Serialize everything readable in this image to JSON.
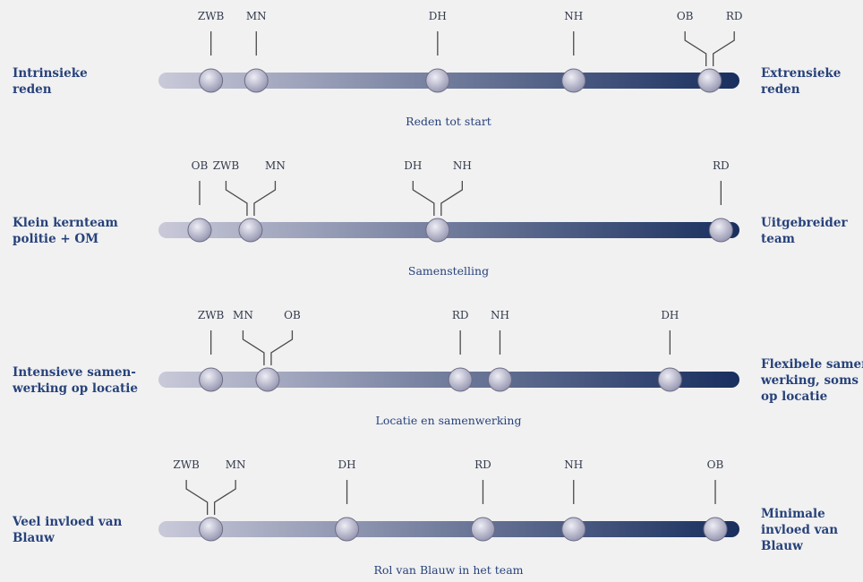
{
  "colors": {
    "label": "#27427a",
    "bar_start": "#c9c9d9",
    "bar_end": "#182e5e",
    "knob_light": "#eeeef6",
    "knob_dark": "#8a8aa8"
  },
  "scales": [
    {
      "caption": "Reden tot start",
      "left_label": [
        "Intrinsieke",
        "reden"
      ],
      "right_label": [
        "Extrensieke",
        "reden"
      ],
      "markers": [
        {
          "label": "ZWB",
          "position": 0.08
        },
        {
          "label": "MN",
          "position": 0.16
        },
        {
          "label": "DH",
          "position": 0.48
        },
        {
          "label": "NH",
          "position": 0.72
        },
        {
          "label": "OB",
          "position": 0.96
        },
        {
          "label": "RD",
          "position": 0.96
        }
      ]
    },
    {
      "caption": "Samenstelling",
      "left_label": [
        "Klein kernteam",
        "politie + OM"
      ],
      "right_label": [
        "Uitgebreider",
        "team"
      ],
      "markers": [
        {
          "label": "OB",
          "position": 0.06
        },
        {
          "label": "ZWB",
          "position": 0.15
        },
        {
          "label": "MN",
          "position": 0.15
        },
        {
          "label": "DH",
          "position": 0.48
        },
        {
          "label": "NH",
          "position": 0.48
        },
        {
          "label": "RD",
          "position": 0.98
        }
      ]
    },
    {
      "caption": "Locatie en samenwerking",
      "left_label": [
        "Intensieve samen-",
        "werking op locatie"
      ],
      "right_label": [
        "Flexibele samen-",
        "werking, soms",
        "op locatie"
      ],
      "markers": [
        {
          "label": "ZWB",
          "position": 0.08
        },
        {
          "label": "MN",
          "position": 0.18
        },
        {
          "label": "OB",
          "position": 0.18
        },
        {
          "label": "RD",
          "position": 0.52
        },
        {
          "label": "NH",
          "position": 0.59
        },
        {
          "label": "DH",
          "position": 0.89
        }
      ]
    },
    {
      "caption": "Rol van Blauw in het team",
      "left_label": [
        "Veel invloed van",
        "Blauw"
      ],
      "right_label": [
        "Minimale",
        "invloed van",
        "Blauw"
      ],
      "markers": [
        {
          "label": "ZWB",
          "position": 0.08
        },
        {
          "label": "MN",
          "position": 0.08
        },
        {
          "label": "DH",
          "position": 0.32
        },
        {
          "label": "RD",
          "position": 0.56
        },
        {
          "label": "NH",
          "position": 0.72
        },
        {
          "label": "OB",
          "position": 0.97
        }
      ]
    }
  ]
}
